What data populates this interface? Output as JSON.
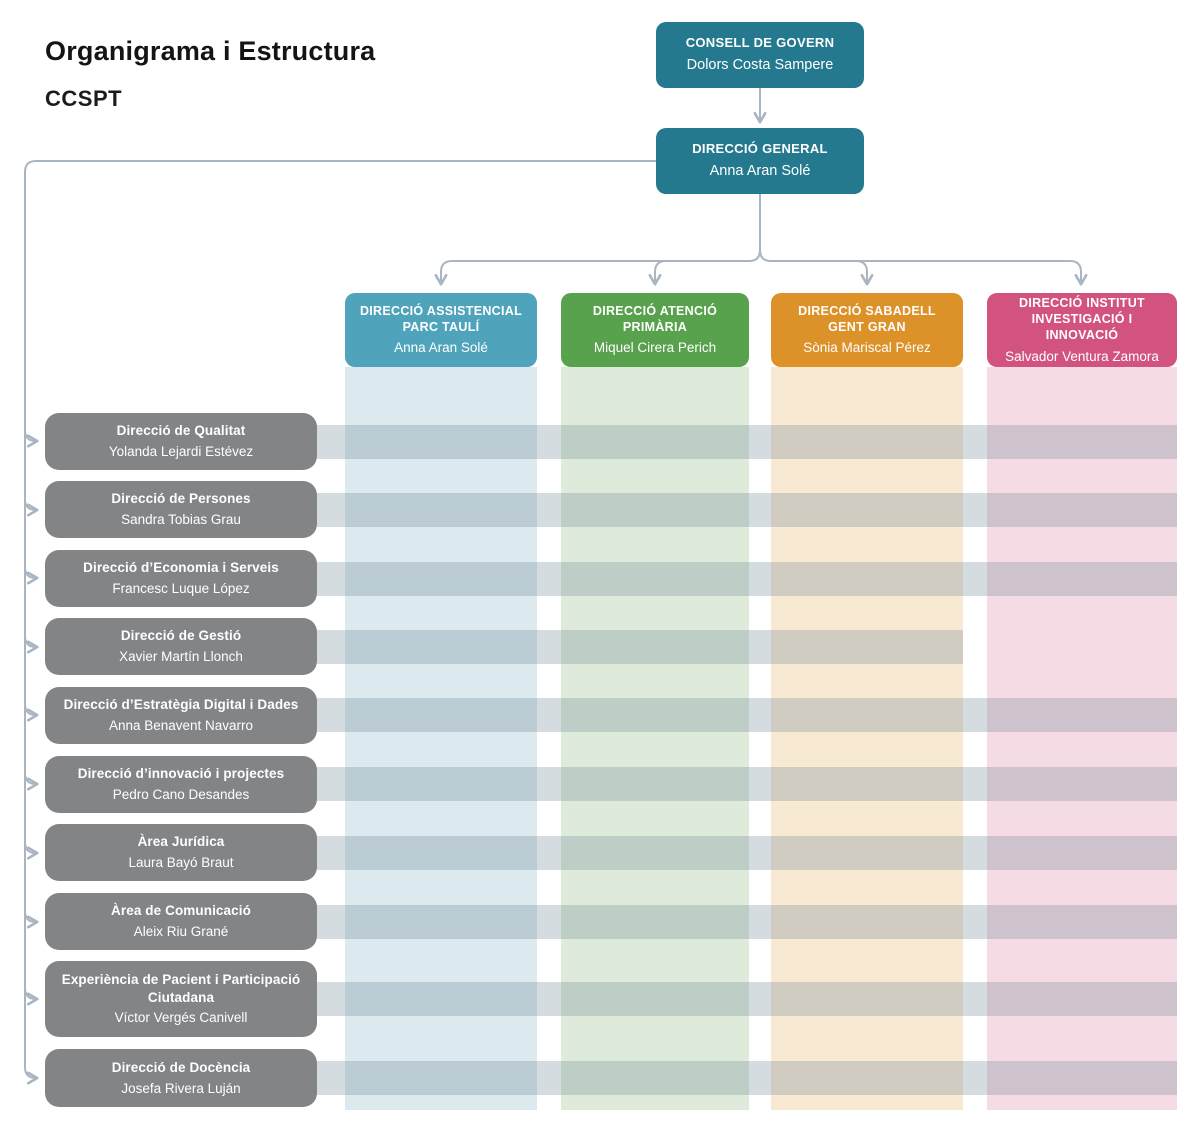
{
  "page": {
    "title": "Organigrama i Estructura",
    "subtitle": "CCSPT"
  },
  "top_boxes": {
    "consell": {
      "title": "CONSELL DE GOVERN",
      "name": "Dolors Costa Sampere"
    },
    "general": {
      "title": "DIRECCIÓ GENERAL",
      "name": "Anna Aran Solé"
    }
  },
  "columns": [
    {
      "title": "DIRECCIÓ ASSISTENCIAL PARC TAULÍ",
      "name": "Anna Aran Solé",
      "color": "#4fa4bc",
      "band_color": "#dce9ee"
    },
    {
      "title": "DIRECCIÓ ATENCIÓ PRIMÀRIA",
      "name": "Miquel Cirera Perich",
      "color": "#58a24d",
      "band_color": "#deebdb"
    },
    {
      "title": "DIRECCIÓ SABADELL GENT GRAN",
      "name": "Sònia Mariscal Pérez",
      "color": "#dd9129",
      "band_color": "#f8e9d3"
    },
    {
      "title": "DIRECCIÓ INSTITUT INVESTIGACIÓ I INNOVACIÓ",
      "name": "Salvador Ventura Zamora",
      "color": "#d2537f",
      "band_color": "#f5dbe4"
    }
  ],
  "rows": [
    {
      "title": "Direcció de Qualitat",
      "name": "Yolanda Lejardi Estévez"
    },
    {
      "title": "Direcció de Persones",
      "name": "Sandra Tobias Grau"
    },
    {
      "title": "Direcció d’Economia i Serveis",
      "name": "Francesc Luque López"
    },
    {
      "title": "Direcció de Gestió",
      "name": "Xavier Martín Llonch"
    },
    {
      "title": "Direcció d’Estratègia Digital i Dades",
      "name": "Anna Benavent Navarro"
    },
    {
      "title": "Direcció d’innovació i projectes",
      "name": "Pedro Cano Desandes"
    },
    {
      "title": "Àrea Jurídica",
      "name": "Laura Bayó Braut"
    },
    {
      "title": "Àrea de Comunicació",
      "name": "Aleix Riu Grané"
    },
    {
      "title": "Experiència de Pacient i Participació Ciutadana",
      "name": "Víctor Vergés Canivell"
    },
    {
      "title": "Direcció de Docència",
      "name": "Josefa Rivera Luján"
    }
  ],
  "colors": {
    "primary_teal": "#24798f",
    "row_box_gray": "#838486",
    "connector": "#a9b5c1",
    "row_band": "rgba(115,138,152,0.30)"
  }
}
